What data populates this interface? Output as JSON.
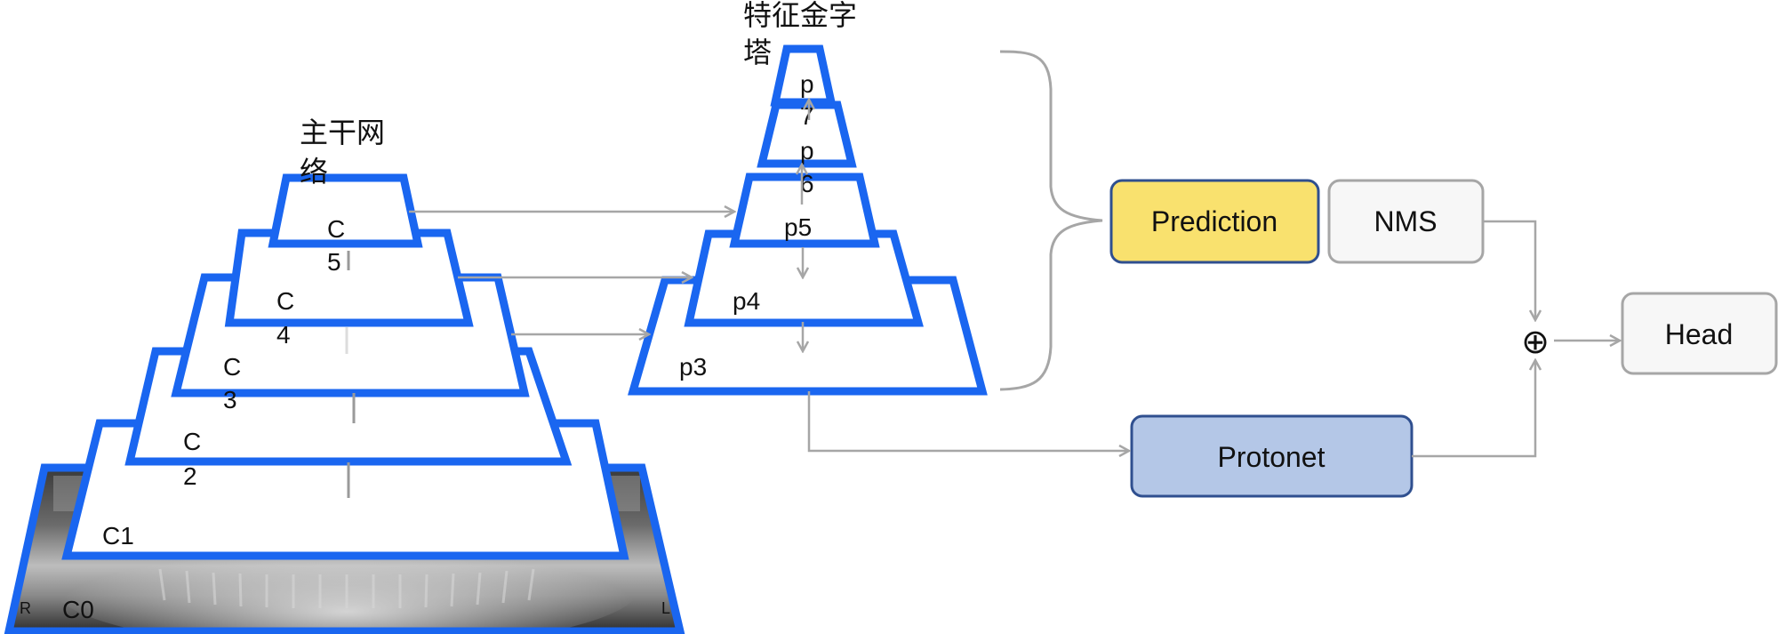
{
  "titles": {
    "backbone": [
      "主干网",
      "络"
    ],
    "fpn": [
      "特征金字",
      "塔"
    ]
  },
  "backbone": {
    "c0": "C0",
    "c1": "C1",
    "c2": [
      "C",
      "2"
    ],
    "c3": [
      "C",
      "3"
    ],
    "c4": [
      "C",
      "4"
    ],
    "c5": [
      "C",
      "5"
    ]
  },
  "fpn": {
    "p3": "p3",
    "p4": "p4",
    "p5": "p5",
    "p6": [
      "p",
      "6"
    ],
    "p7": [
      "p",
      "7"
    ]
  },
  "boxes": {
    "prediction": "Prediction",
    "nms": "NMS",
    "protonet": "Protonet",
    "head": "Head"
  },
  "xray_corner": {
    "left": "R",
    "right": "L"
  },
  "symbols": {
    "combine": "⊕"
  },
  "colors": {
    "pyramid_stroke": "#1a66f0",
    "arrow": "#a6a6a6",
    "prediction_fill": "#f9e16e",
    "prediction_stroke": "#2f4f8f",
    "protonet_fill": "#b4c7e7",
    "protonet_stroke": "#2f4f8f",
    "neutral_fill": "#f7f7f7",
    "neutral_stroke": "#a6a6a6"
  }
}
